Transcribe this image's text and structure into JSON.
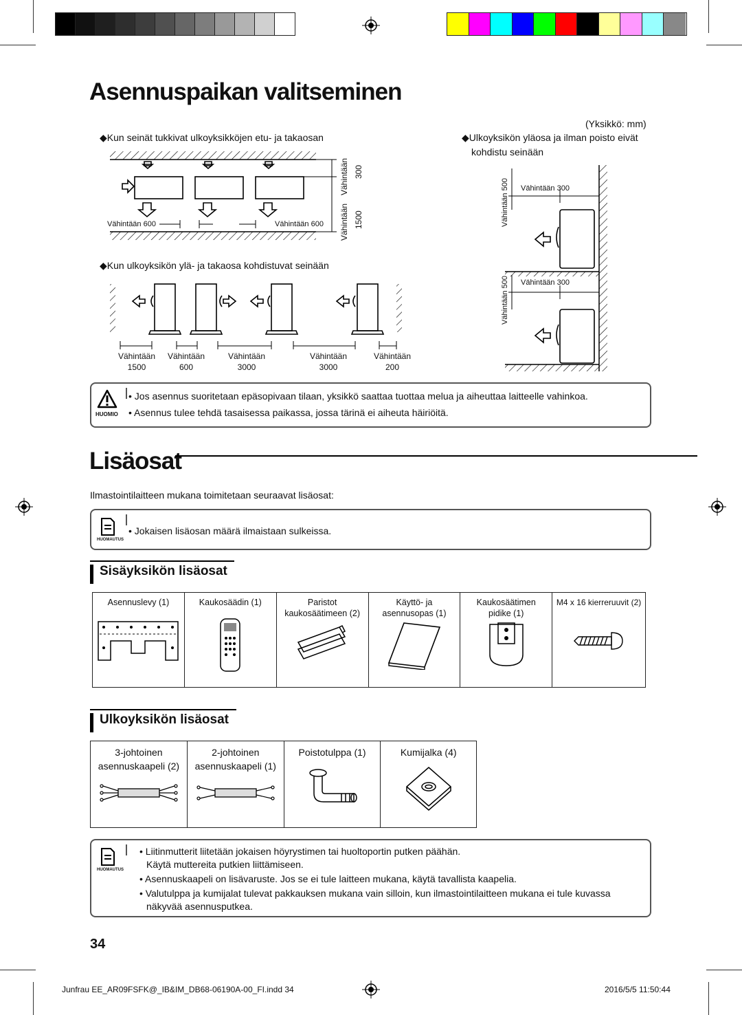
{
  "grayscale_swatches": [
    "#000000",
    "#111111",
    "#1f1f1f",
    "#2e2e2e",
    "#3d3d3d",
    "#505050",
    "#666666",
    "#7d7d7d",
    "#999999",
    "#b3b3b3",
    "#d0d0d0",
    "#ffffff"
  ],
  "color_swatches": [
    "#ffff00",
    "#ff00ff",
    "#00ffff",
    "#0000ff",
    "#00ff00",
    "#ff0000",
    "#000000",
    "#ffff99",
    "#ff99ff",
    "#99ffff",
    "#888888"
  ],
  "page_title": "Asennuspaikan valitseminen",
  "unit_label": "(Yksikkö: mm)",
  "diagram1": {
    "caption": "◆Kun seinät tukkivat ulkoyksikköjen etu- ja takaosan",
    "left_dim": "Vähintään 600",
    "right_dim": "Vähintään 600",
    "vert_top_label": "Vähintään",
    "vert_top_value": "300",
    "vert_bottom_label": "Vähintään",
    "vert_bottom_value": "1500"
  },
  "diagram2": {
    "caption": "◆Kun ulkoyksikön ylä- ja takaosa kohdistuvat seinään",
    "dims": [
      {
        "label": "Vähintään",
        "value": "1500"
      },
      {
        "label": "Vähintään",
        "value": "600"
      },
      {
        "label": "Vähintään",
        "value": "3000"
      },
      {
        "label": "Vähintään",
        "value": "3000"
      },
      {
        "label": "Vähintään",
        "value": "200"
      }
    ]
  },
  "diagram3": {
    "caption_line1": "◆Ulkoyksikön yläosa ja ilman poisto eivät",
    "caption_line2": "kohdistu seinään",
    "top_vert": "Vähintään 500",
    "top_horiz": "Vähintään 300",
    "bottom_vert": "Vähintään 500",
    "bottom_horiz": "Vähintään 300"
  },
  "caution": {
    "label": "HUOMIO",
    "items": [
      "Jos asennus suoritetaan epäsopivaan tilaan, yksikkö saattaa tuottaa melua ja aiheuttaa laitteelle vahinkoa.",
      "Asennus tulee tehdä tasaisessa paikassa, jossa tärinä ei aiheuta häiriöitä."
    ]
  },
  "section_title": "Lisäosat",
  "intro": "Ilmastointilaitteen mukana toimitetaan seuraavat lisäosat:",
  "note1": {
    "label": "HUOMAUTUS",
    "items": [
      "Jokaisen lisäosan määrä ilmaistaan sulkeissa."
    ]
  },
  "indoor": {
    "heading": "Sisäyksikön lisäosat",
    "items": [
      {
        "line1": "Asennuslevy (1)",
        "line2": "",
        "icon": "mounting-plate-icon"
      },
      {
        "line1": "Kaukosäädin (1)",
        "line2": "",
        "icon": "remote-control-icon"
      },
      {
        "line1": "Paristot",
        "line2": "kaukosäätimeen (2)",
        "icon": "batteries-icon"
      },
      {
        "line1": "Käyttö- ja",
        "line2": "asennusopas (1)",
        "icon": "manual-icon"
      },
      {
        "line1": "Kaukosäätimen",
        "line2": "pidike (1)",
        "icon": "remote-holder-icon"
      },
      {
        "line1": "M4 x 16 kierreruuvit (2)",
        "line2": "",
        "icon": "screw-icon"
      }
    ]
  },
  "outdoor": {
    "heading": "Ulkoyksikön lisäosat",
    "items": [
      {
        "line1": "3-johtoinen",
        "line2": "asennuskaapeli (2)",
        "icon": "cable-icon"
      },
      {
        "line1": "2-johtoinen",
        "line2": "asennuskaapeli (1)",
        "icon": "cable-icon"
      },
      {
        "line1": "Poistotulppa (1)",
        "line2": "",
        "icon": "drain-plug-icon"
      },
      {
        "line1": "Kumijalka (4)",
        "line2": "",
        "icon": "rubber-foot-icon"
      }
    ]
  },
  "note2": {
    "label": "HUOMAUTUS",
    "items": [
      "Liitinmutterit liitetään jokaisen höyrystimen tai huoltoportin putken päähän.",
      "Käytä muttereita putkien liittämiseen.",
      "Asennuskaapeli on lisävaruste. Jos se ei tule laitteen mukana, käytä tavallista kaapelia.",
      "Valutulppa ja kumijalat tulevat pakkauksen mukana vain silloin, kun ilmastointilaitteen mukana ei tule kuvassa",
      "näkyvää asennusputkea."
    ]
  },
  "page_number": "34",
  "footer": {
    "file": "Junfrau EE_AR09FSFK@_IB&IM_DB68-06190A-00_FI.indd   34",
    "date": "2016/5/5   11:50:44"
  }
}
